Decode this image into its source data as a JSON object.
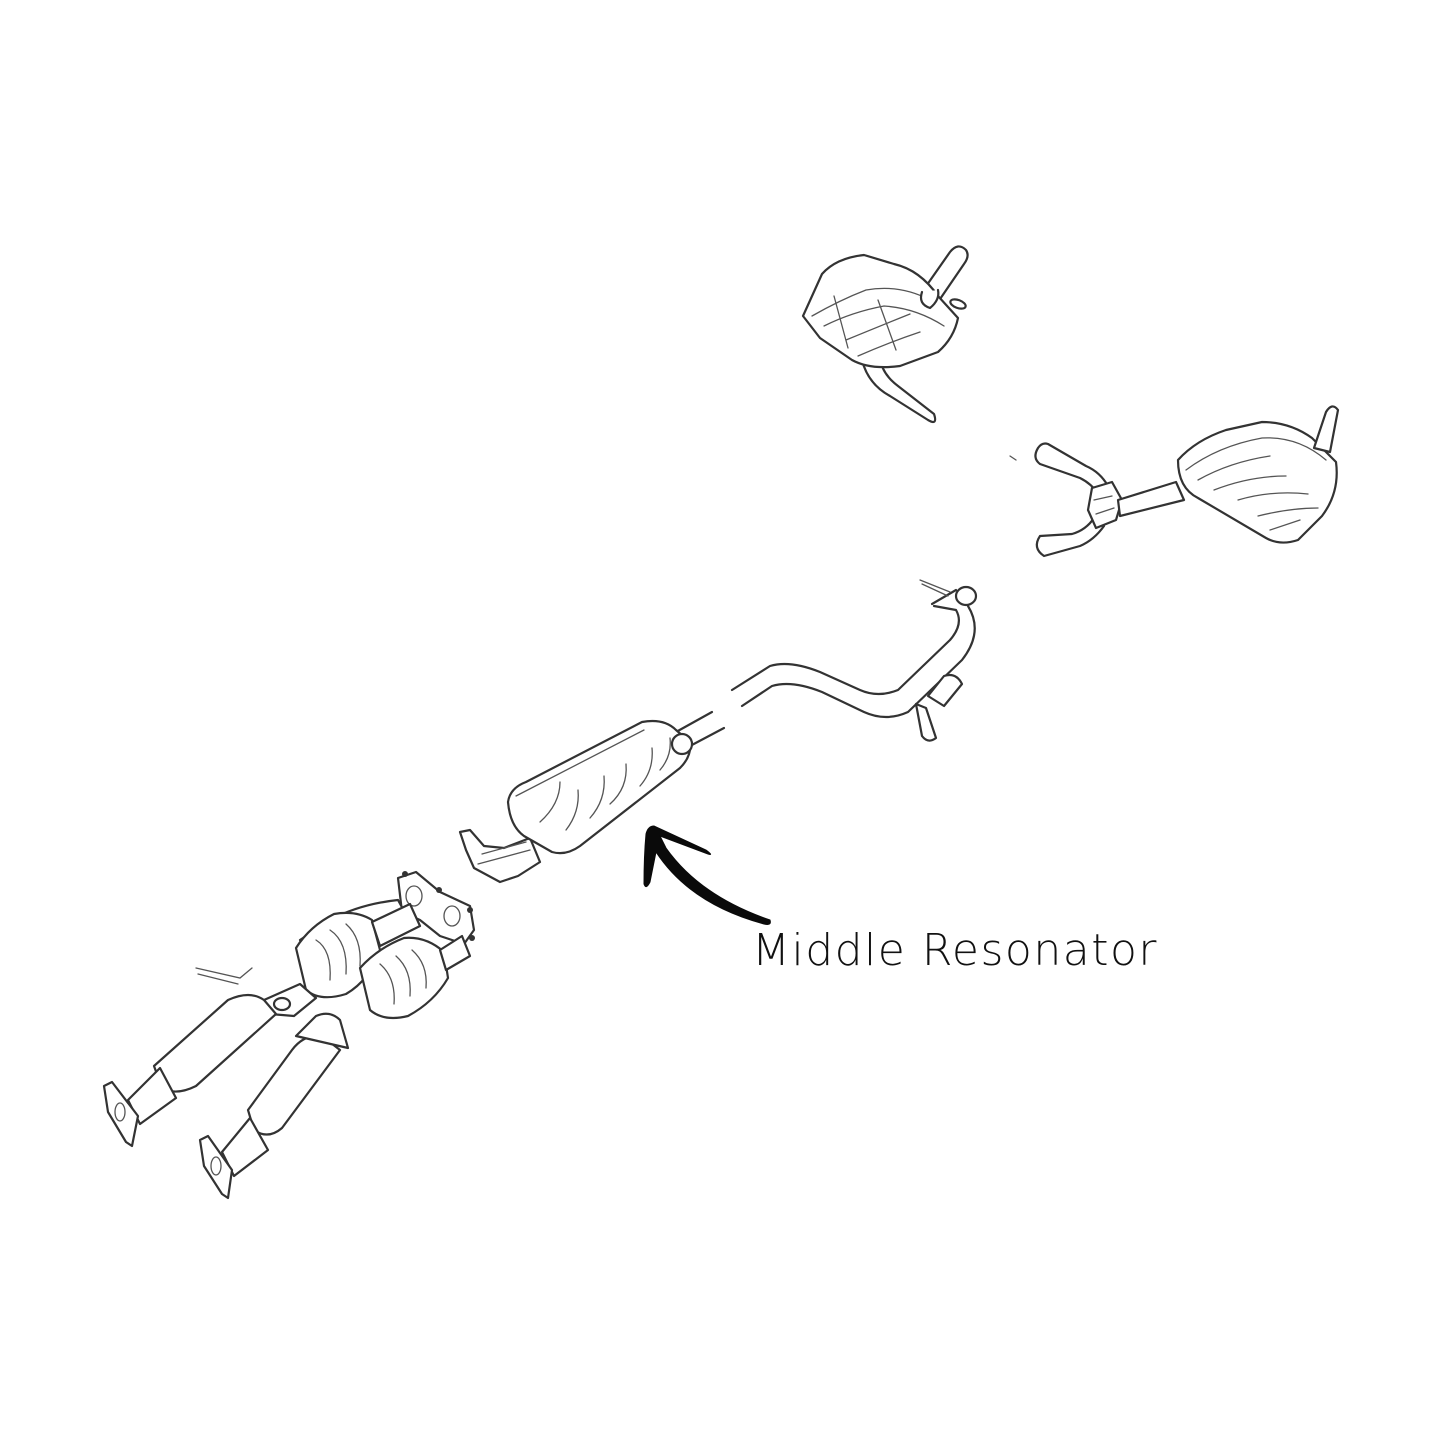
{
  "diagram": {
    "type": "exploded exhaust system line drawing",
    "components": [
      {
        "id": "rear-muffler-left",
        "name": "Rear muffler (left)"
      },
      {
        "id": "rear-muffler-right",
        "name": "Rear muffler (right) with Y-pipe"
      },
      {
        "id": "center-pipe",
        "name": "Center pipe with hanger bracket"
      },
      {
        "id": "middle-resonator",
        "name": "Middle resonator"
      },
      {
        "id": "front-pipe-catalytic",
        "name": "Front pipes with catalytic converters"
      }
    ],
    "callout": {
      "label": "Middle Resonator",
      "target": "middle-resonator",
      "arrow_color": "#0a0a0a"
    },
    "colors": {
      "background": "#ffffff",
      "line": "#333333",
      "text": "#111111"
    }
  }
}
